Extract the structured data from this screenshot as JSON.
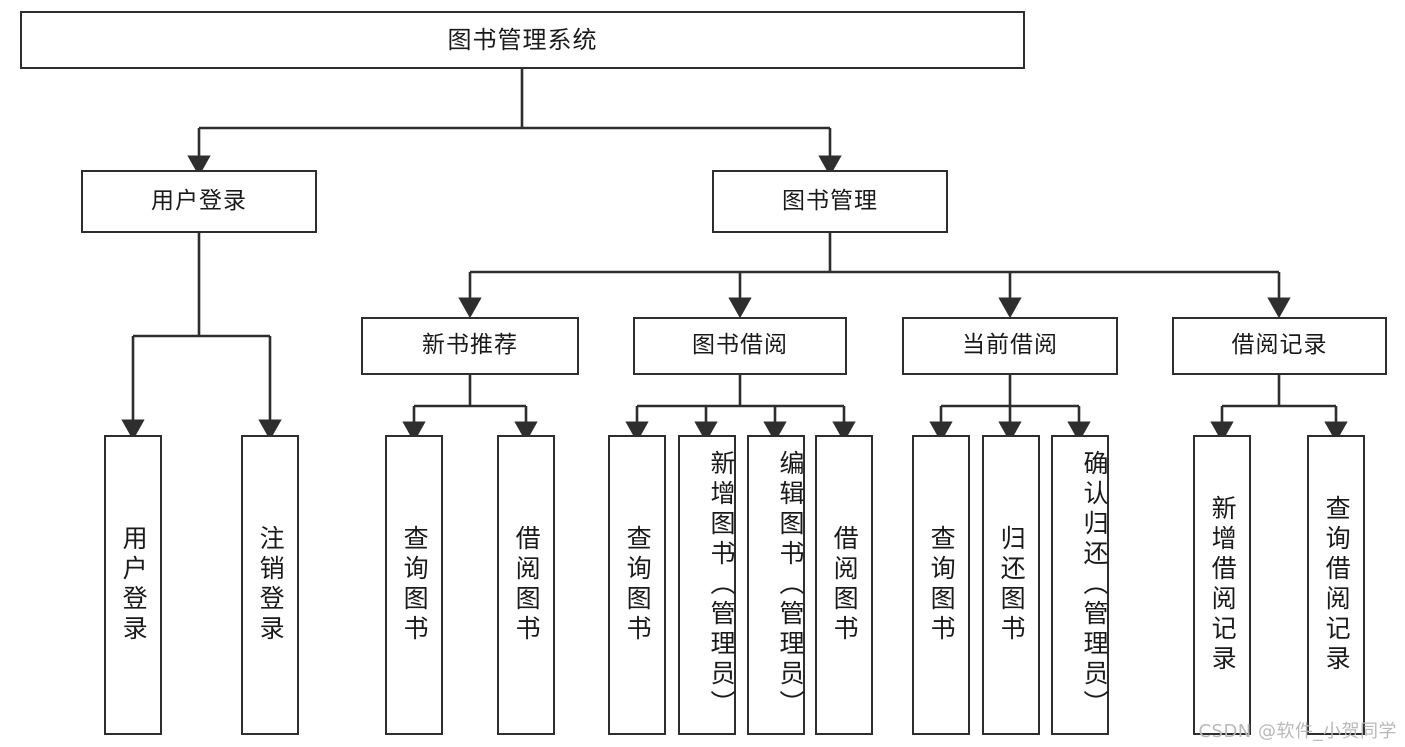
{
  "diagram": {
    "type": "tree-hierarchy-diagram",
    "title": "图书管理系统",
    "watermark": "CSDN @软件_小贺同学",
    "colors": {
      "border": "#2e2e2e",
      "background": "#ffffff",
      "text": "#1a1a1a",
      "watermark": "#b9b9b9"
    },
    "nodes": {
      "root": {
        "label": "图书管理系统",
        "level": 1
      },
      "level2": [
        {
          "id": "user-login",
          "label": "用户登录"
        },
        {
          "id": "book-management",
          "label": "图书管理"
        }
      ],
      "level3": [
        {
          "id": "new-book-recommend",
          "label": "新书推荐"
        },
        {
          "id": "book-borrow",
          "label": "图书借阅"
        },
        {
          "id": "current-borrow",
          "label": "当前借阅"
        },
        {
          "id": "borrow-record",
          "label": "借阅记录"
        }
      ],
      "leaves": {
        "user-login": [
          {
            "id": "leaf-user-login",
            "label": "用户登录"
          },
          {
            "id": "leaf-logout",
            "label": "注销登录"
          }
        ],
        "new-book-recommend": [
          {
            "id": "leaf-query-book-1",
            "label": "查询图书"
          },
          {
            "id": "leaf-borrow-book-1",
            "label": "借阅图书"
          }
        ],
        "book-borrow": [
          {
            "id": "leaf-query-book-2",
            "label": "查询图书"
          },
          {
            "id": "leaf-add-book",
            "label": "新增图书（管理员）"
          },
          {
            "id": "leaf-edit-book",
            "label": "编辑图书（管理员）"
          },
          {
            "id": "leaf-borrow-book-2",
            "label": "借阅图书"
          }
        ],
        "current-borrow": [
          {
            "id": "leaf-query-book-3",
            "label": "查询图书"
          },
          {
            "id": "leaf-return-book",
            "label": "归还图书"
          },
          {
            "id": "leaf-confirm-return",
            "label": "确认归还（管理员）"
          }
        ],
        "borrow-record": [
          {
            "id": "leaf-add-record",
            "label": "新增借阅记录"
          },
          {
            "id": "leaf-query-record",
            "label": "查询借阅记录"
          }
        ]
      }
    }
  }
}
